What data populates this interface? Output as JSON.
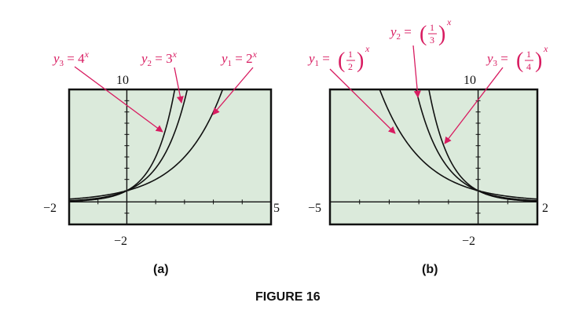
{
  "figure_caption": "FIGURE 16",
  "colors": {
    "label": "#d81b60",
    "screen_bg": "#dbeadb",
    "curve": "#111111"
  },
  "chart_data": [
    {
      "type": "line",
      "panel_label": "(a)",
      "xlim": [
        -2,
        5
      ],
      "ylim": [
        -2,
        10
      ],
      "tick_labels": {
        "xmin": "−2",
        "xmax": "5",
        "ymax": "10",
        "ymin": "−2"
      },
      "series": [
        {
          "name": "y3 = 4^x",
          "base": 4,
          "label_main": "y",
          "label_sub": "3",
          "label_rest": " = 4",
          "label_sup": "x"
        },
        {
          "name": "y2 = 3^x",
          "base": 3,
          "label_main": "y",
          "label_sub": "2",
          "label_rest": " = 3",
          "label_sup": "x"
        },
        {
          "name": "y1 = 2^x",
          "base": 2,
          "label_main": "y",
          "label_sub": "1",
          "label_rest": " = 2",
          "label_sup": "x"
        }
      ]
    },
    {
      "type": "line",
      "panel_label": "(b)",
      "xlim": [
        -5,
        2
      ],
      "ylim": [
        -2,
        10
      ],
      "tick_labels": {
        "xmin": "−5",
        "xmax": "2",
        "ymax": "10",
        "ymin": "−2"
      },
      "series": [
        {
          "name": "y1 = (1/2)^x",
          "base": 0.5,
          "label_main": "y",
          "label_sub": "1",
          "label_num": "1",
          "label_den": "2",
          "label_sup": "x"
        },
        {
          "name": "y2 = (1/3)^x",
          "base": 0.3333,
          "label_main": "y",
          "label_sub": "2",
          "label_num": "1",
          "label_den": "3",
          "label_sup": "x"
        },
        {
          "name": "y3 = (1/4)^x",
          "base": 0.25,
          "label_main": "y",
          "label_sub": "3",
          "label_num": "1",
          "label_den": "4",
          "label_sup": "x"
        }
      ]
    }
  ]
}
